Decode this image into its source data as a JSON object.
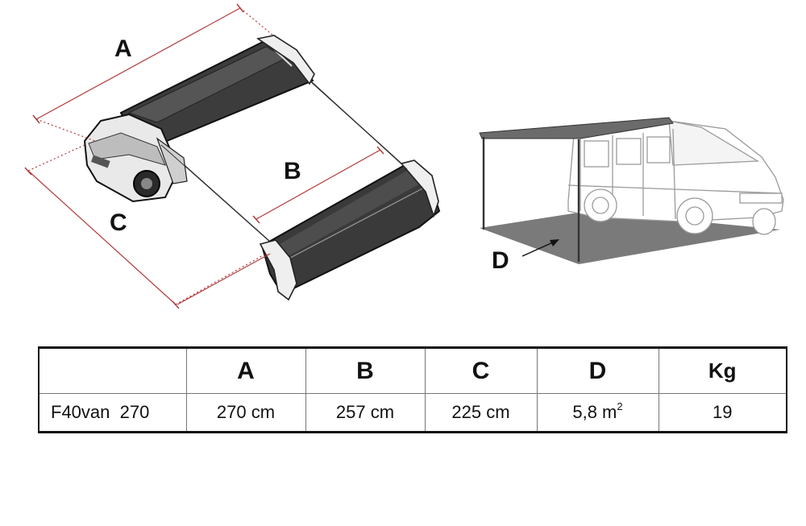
{
  "diagram": {
    "labels": {
      "a": "A",
      "b": "B",
      "c": "C",
      "d": "D"
    },
    "colors": {
      "dimension_line": "#b33a3a",
      "ground": "#7a7a7a",
      "awning_fabric": "#6b6b6b"
    }
  },
  "table": {
    "headers": [
      "",
      "A",
      "B",
      "C",
      "D",
      "Kg"
    ],
    "rows": [
      {
        "model": "F40van  270",
        "a": "270 cm",
        "b": "257 cm",
        "c": "225 cm",
        "d": "5,8 m",
        "d_sup": "2",
        "kg": "19"
      }
    ]
  }
}
